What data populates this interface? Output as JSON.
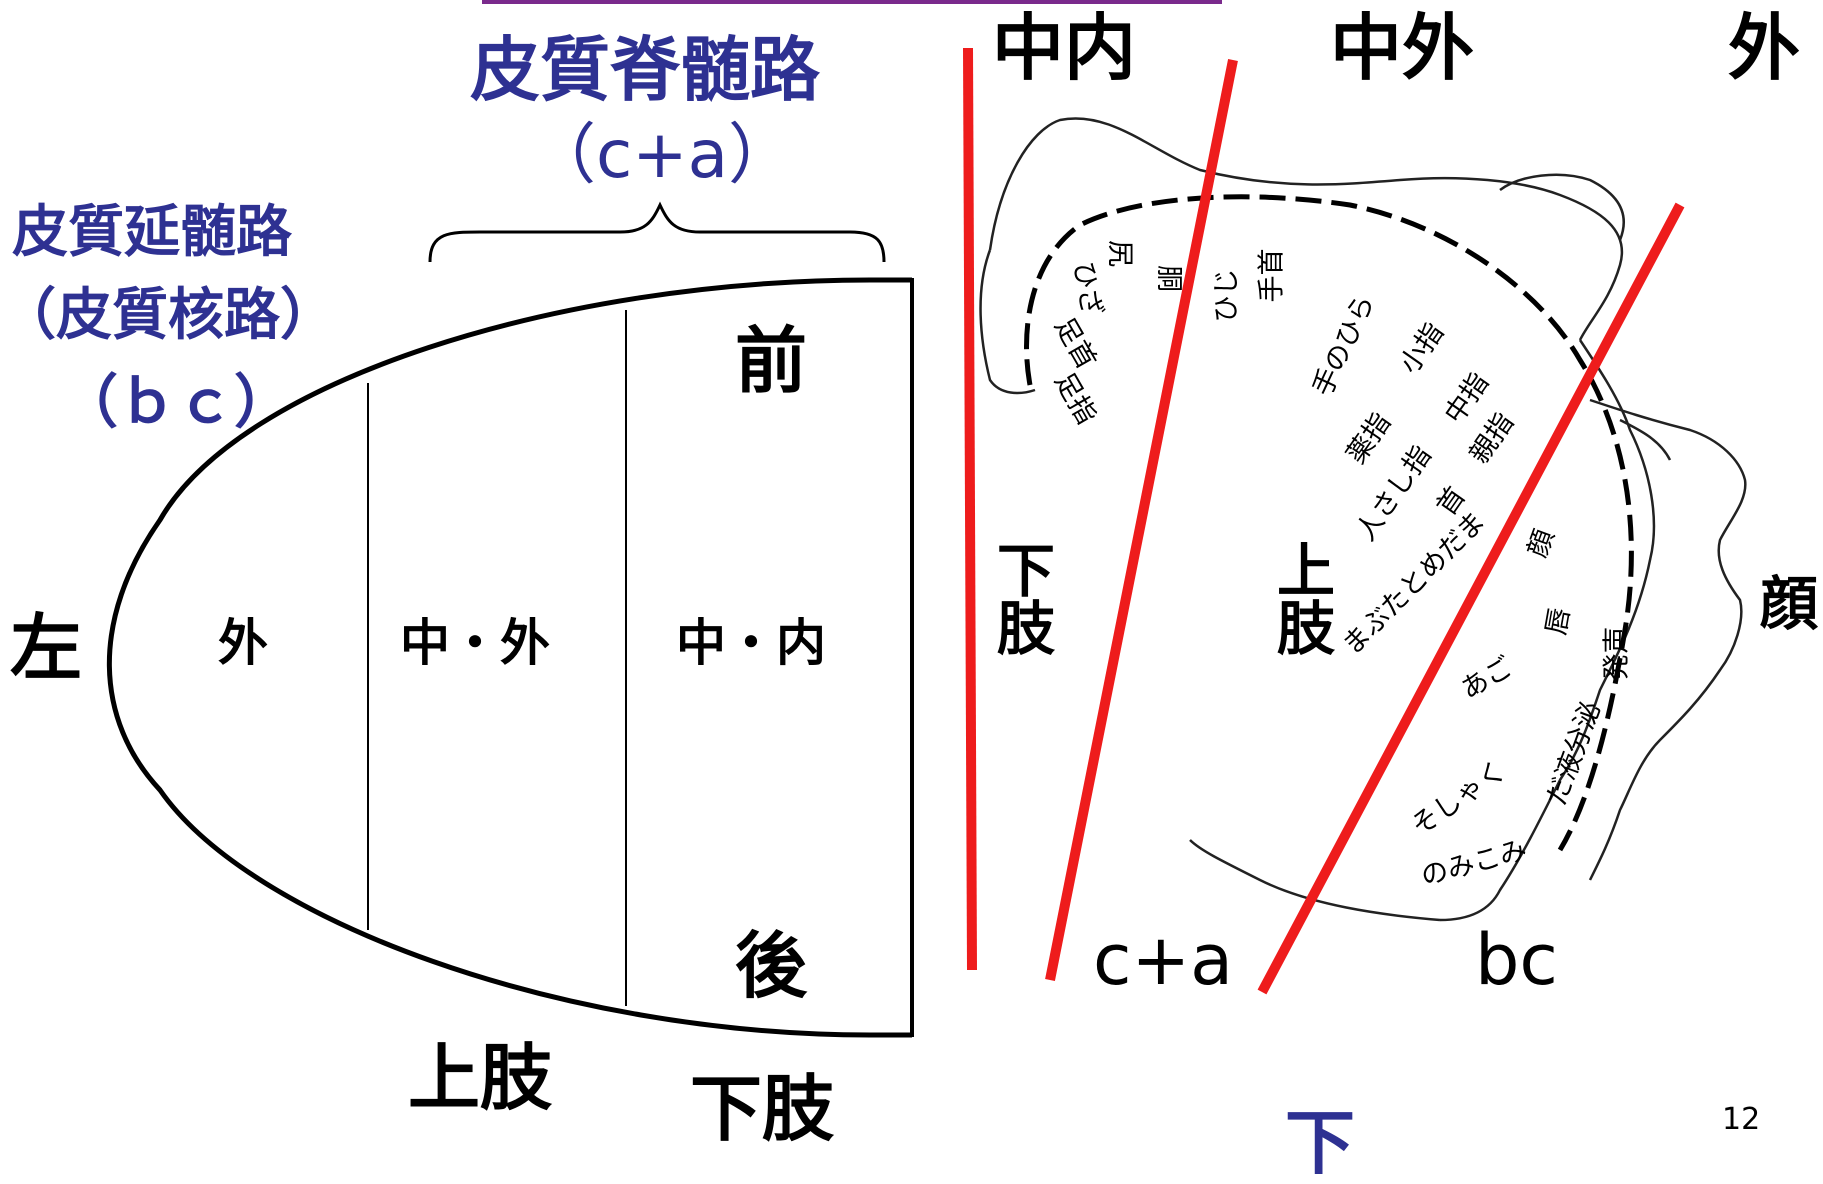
{
  "labels": {
    "corticospinal": "皮質脊髄路",
    "corticospinal_sub": "（c+a）",
    "corticobulbar": "皮質延髄路",
    "corticobulbar_alt": "（皮質核路）",
    "corticobulbar_sub": "（ｂｃ）",
    "left": "左",
    "lateral": "外",
    "mid_lateral": "中・外",
    "mid_medial": "中・内",
    "anterior": "前",
    "posterior": "後",
    "upper_limb": "上肢",
    "lower_limb": "下肢",
    "zone_medial": "中内",
    "zone_mid_lateral": "中外",
    "zone_lateral": "外",
    "homunculus_lower": "下肢",
    "homunculus_upper": "上肢",
    "face": "顔",
    "ca": "c+a",
    "bc": "bc",
    "down": "下",
    "page_number": "12"
  },
  "body_parts": [
    "足指",
    "足首",
    "ひざ",
    "尻",
    "胴",
    "ひじ",
    "手首",
    "手のひら",
    "小指",
    "薬指",
    "中指",
    "人さし指",
    "親指",
    "首",
    "まぶたとめだま",
    "顔",
    "唇",
    "あご",
    "発声",
    "だ液分泌",
    "そしゃく",
    "のみこみ"
  ],
  "colors": {
    "title_blue": "#2e3192",
    "divider_red": "#ee1c1c",
    "top_rule": "#7a2a8c"
  }
}
